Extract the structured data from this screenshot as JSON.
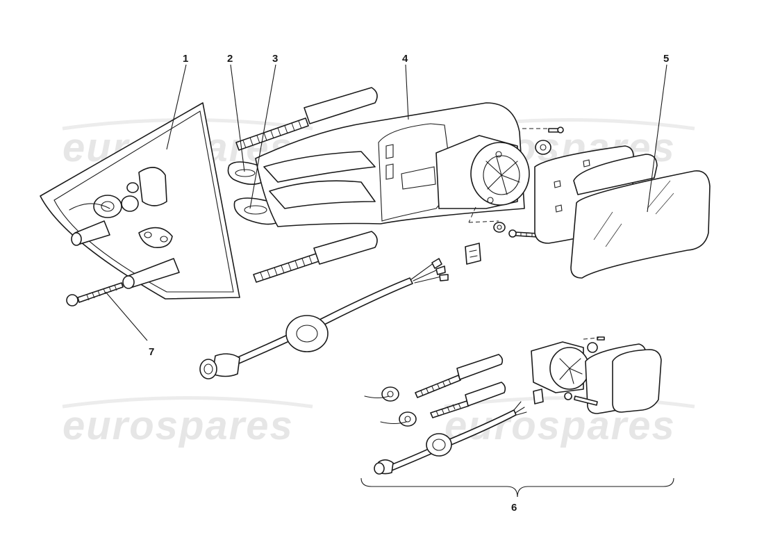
{
  "callouts": {
    "c1": "1",
    "c2": "2",
    "c3": "3",
    "c4": "4",
    "c5": "5",
    "c6": "6",
    "c7": "7"
  },
  "watermark": {
    "text": "eurospares"
  }
}
